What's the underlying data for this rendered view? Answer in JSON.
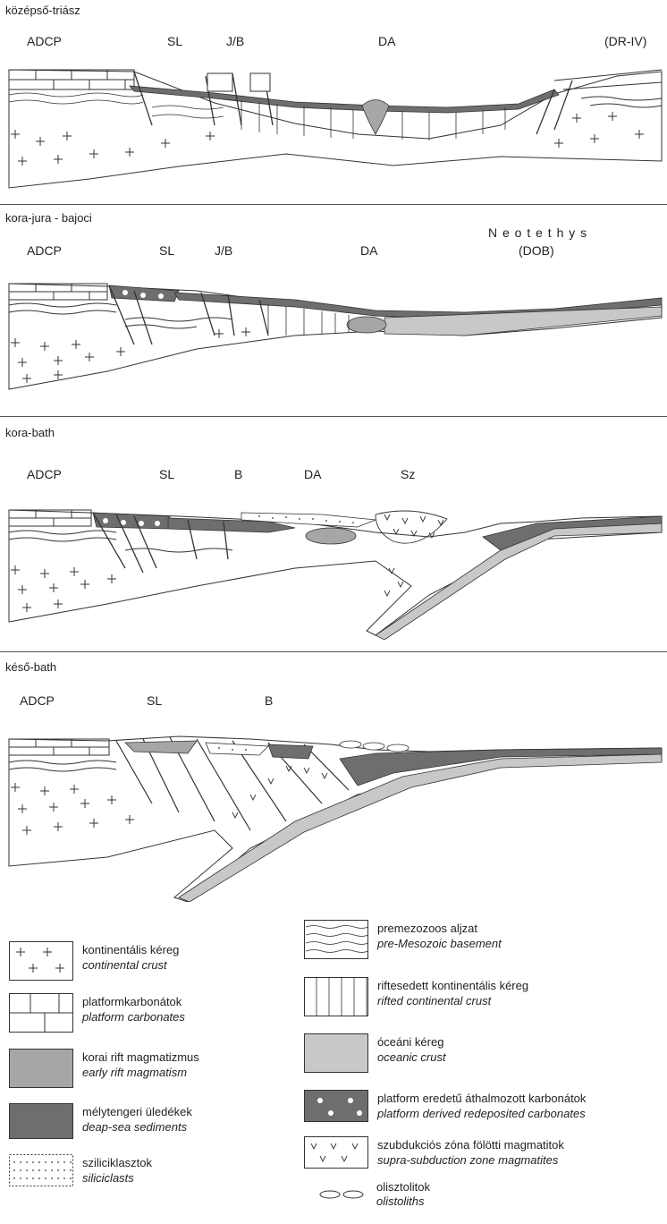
{
  "panels": [
    {
      "title": "középső-triász",
      "labels": [
        "ADCP",
        "SL",
        "J/B",
        "DA",
        "(DR-IV)"
      ]
    },
    {
      "title": "kora-jura - bajoci",
      "labels": [
        "ADCP",
        "SL",
        "J/B",
        "DA",
        "N e o t e t h y s",
        "(DOB)"
      ]
    },
    {
      "title": "kora-bath",
      "labels": [
        "ADCP",
        "SL",
        "B",
        "DA",
        "Sz"
      ]
    },
    {
      "title": "késő-bath",
      "labels": [
        "ADCP",
        "SL",
        "B"
      ]
    }
  ],
  "legend": [
    {
      "hu": "premezozoos aljzat",
      "en": "pre-Mesozoic basement",
      "pattern": "wavy-lines"
    },
    {
      "hu": "kontinentális kéreg",
      "en": "continental crust",
      "pattern": "crosses"
    },
    {
      "hu": "riftesedett kontinentális kéreg",
      "en": "rifted continental crust",
      "pattern": "vertical-lines"
    },
    {
      "hu": "platformkarbonátok",
      "en": "platform carbonates",
      "pattern": "bricks"
    },
    {
      "hu": "óceáni kéreg",
      "en": "oceanic crust",
      "pattern": "light-gray-fill",
      "color": "#c8c8c8"
    },
    {
      "hu": "korai rift magmatizmus",
      "en": "early rift magmatism",
      "pattern": "gray-fill",
      "color": "#a6a6a6"
    },
    {
      "hu": "platform eredetű áthalmozott karbonátok",
      "en": "platform derived redeposited carbonates",
      "pattern": "dark-with-dots",
      "color": "#6e6e6e"
    },
    {
      "hu": "mélytengeri üledékek",
      "en": "deap-sea sediments",
      "pattern": "dark-gray-fill",
      "color": "#6e6e6e"
    },
    {
      "hu": "szubdukciós zóna fölötti magmatitok",
      "en": "supra-subduction zone magmatites",
      "pattern": "v-marks"
    },
    {
      "hu": "sziliciklasztok",
      "en": "siliciclasts",
      "pattern": "dots"
    },
    {
      "hu": "olisztolitok",
      "en": "olistoliths",
      "pattern": "ovals"
    }
  ]
}
